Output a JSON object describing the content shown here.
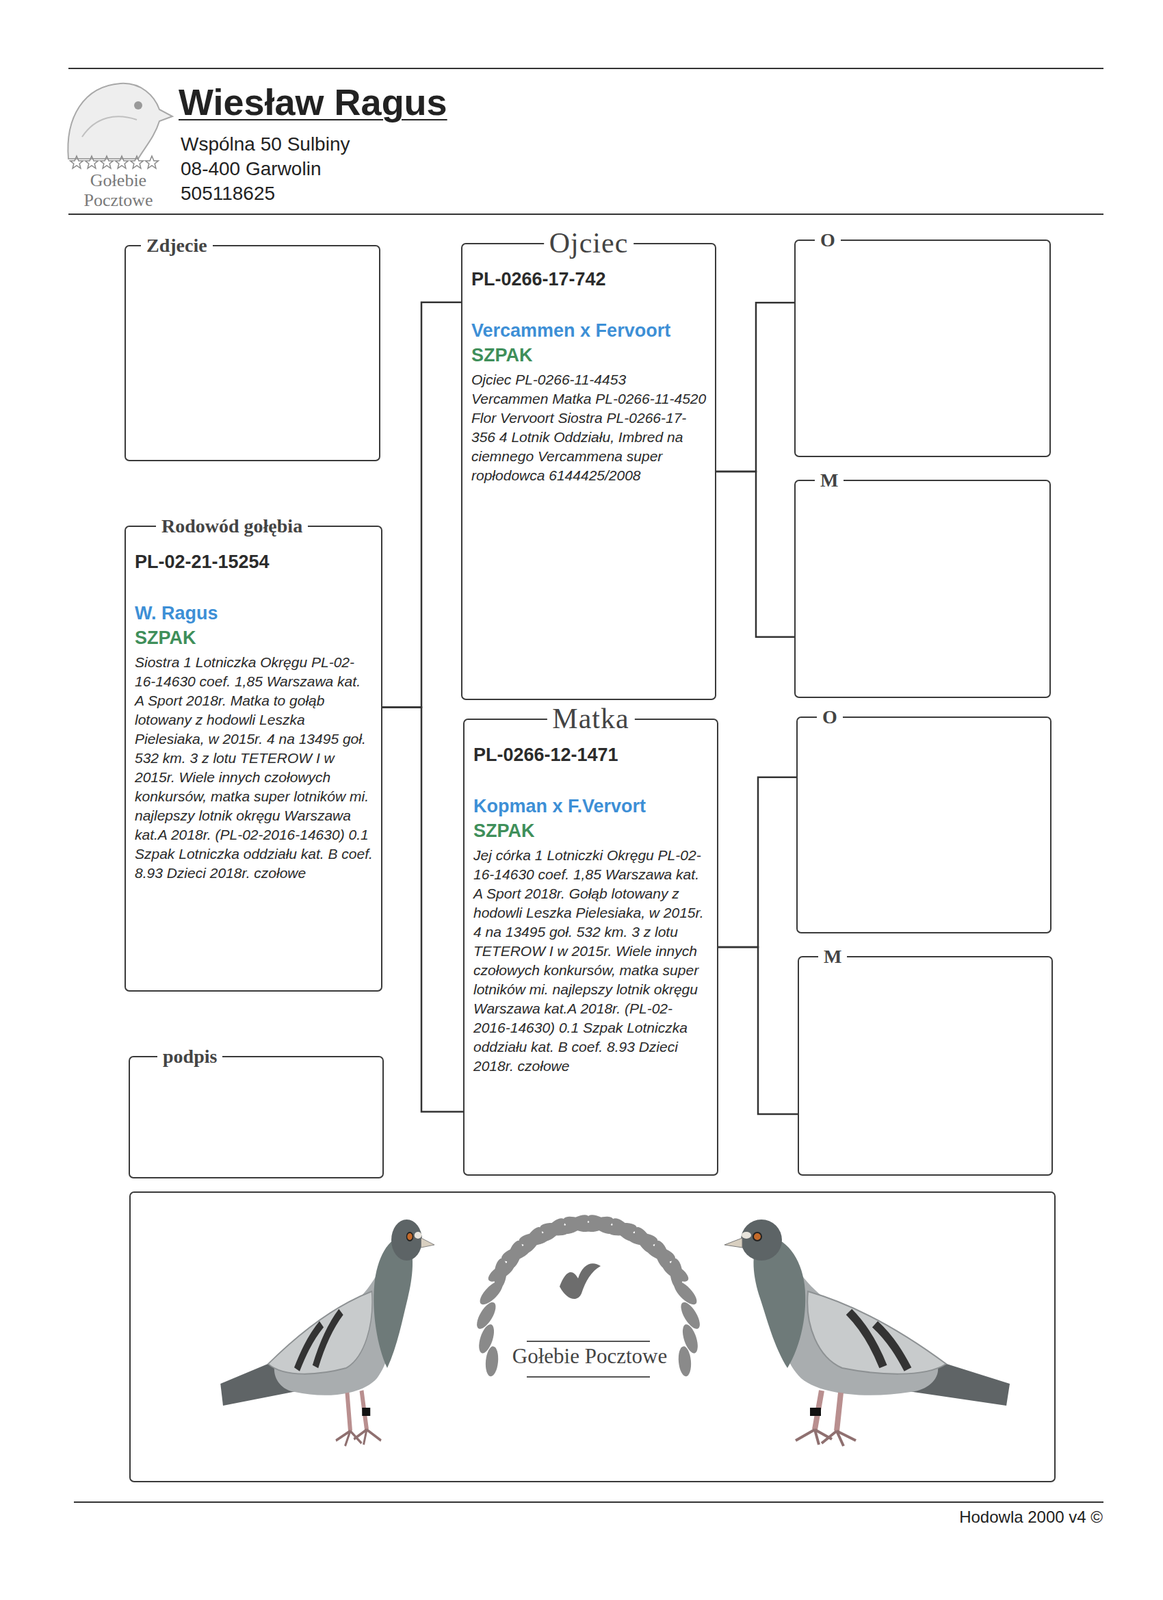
{
  "diagram": {
    "title": "Wiesław Ragus",
    "nodes": [
      {
        "text": [
          "Zdjecie"
        ]
      },
      {
        "text": [
          "Ojciec",
          "PL-0266-17-742",
          "Vercammen x Fervoort",
          "SZPAK",
          "Ojciec PL-0266-11-4453 Vercammen Matka PL-0266-11-4520 Flor Vervoort Siostra PL-0266-17-356 4 Lotnik Oddziału, Imbred na ciemnego Vercammena super ropłodowca 6144425/2008"
        ]
      },
      {
        "text": [
          "O"
        ]
      },
      {
        "text": [
          "M"
        ]
      },
      {
        "text": [
          "Rodowód gołębia",
          "PL-02-21-15254",
          "W. Ragus",
          "SZPAK",
          "Siostra 1 Lotniczka Okręgu PL-02-16-14630 coef. 1,85 Warszawa kat. A Sport 2018r. Matka to gołąb lotowany z hodowli Leszka Pielesiaka, w 2015r. 4 na 13495 goł. 532 km. 3 z lotu TETEROW I w 2015r. Wiele innych czołowych konkursów, matka super lotników mi. najlepszy lotnik okręgu Warszawa kat.A 2018r. (PL-02-2016-14630) 0.1 Szpak Lotniczka oddziału kat. B coef. 8.93 Dzieci 2018r. czołowe"
        ]
      },
      {
        "text": [
          "Matka",
          "PL-0266-12-1471",
          "Kopman x F.Vervort",
          "SZPAK",
          "Jej córka 1 Lotniczki Okręgu PL-02-16-14630 coef. 1,85 Warszawa kat. A Sport 2018r. Gołąb lotowany z hodowli Leszka Pielesiaka, w 2015r. 4 na 13495 goł. 532 km. 3 z lotu TETEROW I w 2015r. Wiele innych czołowych konkursów, matka super lotników mi. najlepszy lotnik okręgu Warszawa kat.A 2018r. (PL-02-2016-14630) 0.1 Szpak Lotniczka oddziału kat. B coef. 8.93 Dzieci 2018r. czołowe"
        ]
      },
      {
        "text": [
          "O"
        ]
      },
      {
        "text": [
          "M"
        ]
      },
      {
        "text": [
          "podpis"
        ]
      },
      {
        "text": [
          "Gołebie Pocztowe"
        ]
      }
    ],
    "edges": [
      {
        "from": 4,
        "to": 1,
        "arrow": "none"
      },
      {
        "from": 4,
        "to": 5,
        "arrow": "none"
      },
      {
        "from": 1,
        "to": 2,
        "arrow": "none"
      },
      {
        "from": 1,
        "to": 3,
        "arrow": "none"
      },
      {
        "from": 5,
        "to": 6,
        "arrow": "none"
      },
      {
        "from": 5,
        "to": 7,
        "arrow": "none"
      }
    ],
    "labels": [
      "Wspólna 50 Sulbiny",
      "08-400 Garwolin",
      "505118625",
      "Gołebie Pocztowe",
      "Hodowla 2000 v4 ©"
    ]
  }
}
